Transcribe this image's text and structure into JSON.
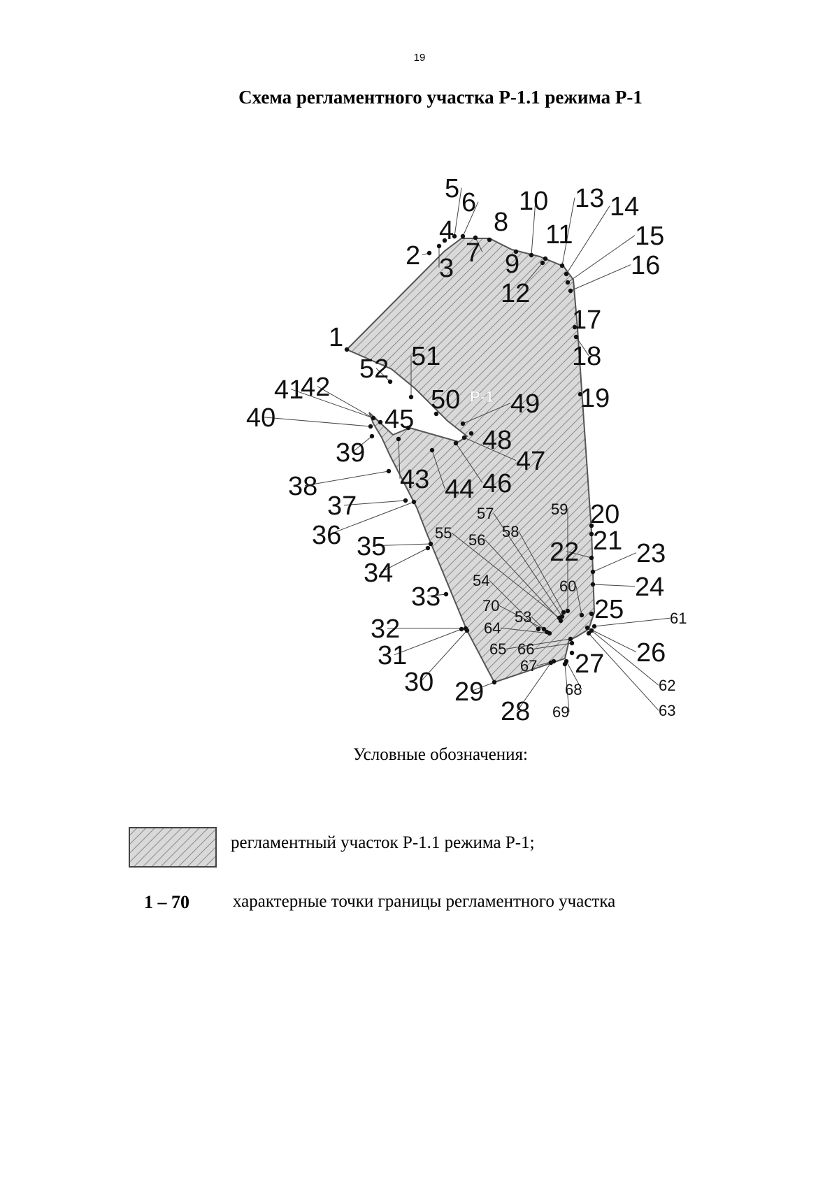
{
  "page_number": "19",
  "title": "Схема регламентного участка Р-1.1 режима Р-1",
  "zone_label": "Р-1",
  "points": [
    "1",
    "2",
    "3",
    "4",
    "5",
    "6",
    "7",
    "8",
    "9",
    "10",
    "11",
    "12",
    "13",
    "14",
    "15",
    "16",
    "17",
    "18",
    "19",
    "20",
    "21",
    "22",
    "23",
    "24",
    "25",
    "26",
    "27",
    "28",
    "29",
    "30",
    "31",
    "32",
    "33",
    "34",
    "35",
    "36",
    "37",
    "38",
    "39",
    "40",
    "41",
    "42",
    "43",
    "44",
    "45",
    "46",
    "47",
    "48",
    "49",
    "50",
    "51",
    "52",
    "53",
    "54",
    "55",
    "56",
    "57",
    "58",
    "59",
    "60",
    "61",
    "62",
    "63",
    "64",
    "65",
    "66",
    "67",
    "68",
    "69",
    "70"
  ],
  "legend": {
    "heading": "Условные обозначения:",
    "area_text": "регламентный участок Р-1.1 режима Р-1;",
    "points_range": "1 – 70",
    "points_text": "характерные точки границы регламентного участка"
  },
  "colors": {
    "fill": "#d9d9d9",
    "hatch": "#8a8a8a",
    "outline": "#555555",
    "ink": "#111111"
  }
}
